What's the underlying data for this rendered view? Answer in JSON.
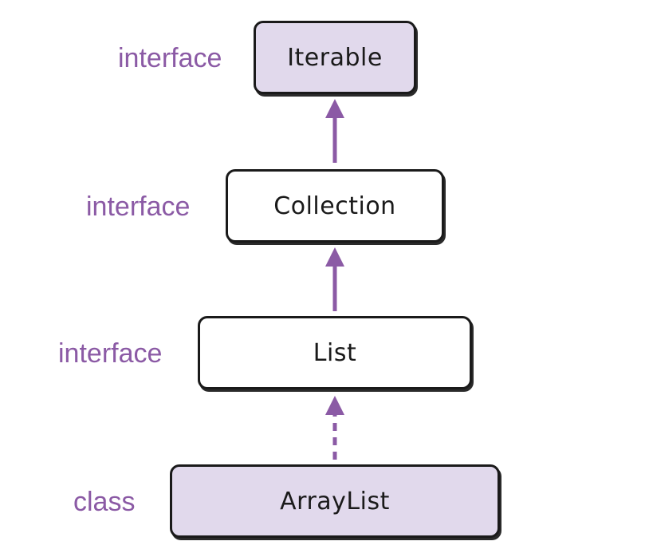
{
  "diagram": {
    "accent_color": "#8b5aa5",
    "node_fill": "#e1d9ec",
    "nodes": [
      {
        "label": "Iterable",
        "kind": "interface",
        "filled": true
      },
      {
        "label": "Collection",
        "kind": "interface",
        "filled": false
      },
      {
        "label": "List",
        "kind": "interface",
        "filled": false
      },
      {
        "label": "ArrayList",
        "kind": "class",
        "filled": true
      }
    ],
    "edges": [
      {
        "from": "Collection",
        "to": "Iterable",
        "style": "solid"
      },
      {
        "from": "List",
        "to": "Collection",
        "style": "solid"
      },
      {
        "from": "ArrayList",
        "to": "List",
        "style": "dashed"
      }
    ]
  }
}
